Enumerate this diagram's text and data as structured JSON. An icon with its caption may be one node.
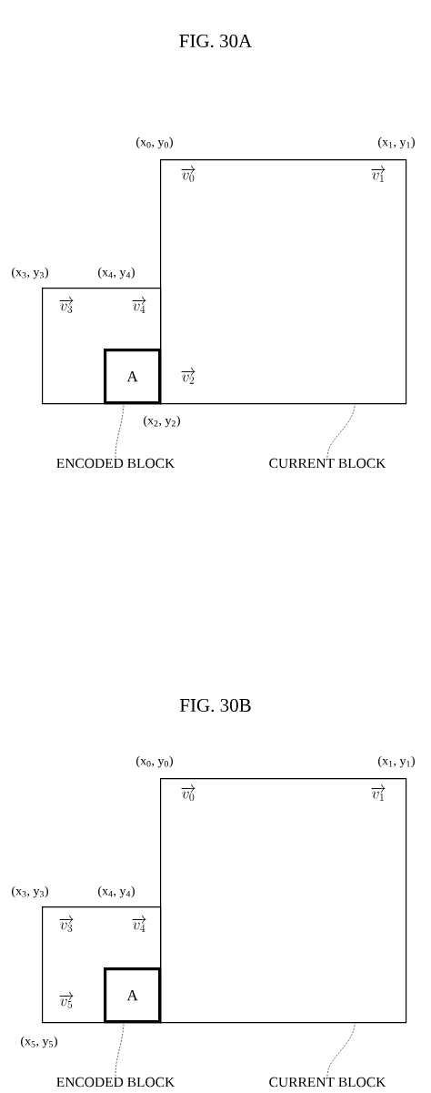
{
  "diagram": {
    "nodes": [
      {
        "text": [],
        "shape": "box"
      },
      {
        "text": [],
        "shape": "box"
      },
      {
        "text": [
          "A"
        ],
        "in": 1
      },
      {
        "text": [
          "ENCODED BLOCK"
        ]
      },
      {
        "text": [
          "CURRENT BLOCK"
        ]
      },
      {
        "text": [],
        "shape": "box"
      },
      {
        "text": [],
        "shape": "box"
      },
      {
        "text": [
          "A"
        ],
        "in": 6
      },
      {
        "text": [
          "ENCODED BLOCK"
        ]
      },
      {
        "text": [
          "CURRENT BLOCK"
        ]
      }
    ],
    "edges": [
      {
        "from": 3,
        "to": 2,
        "arrow": "none",
        "style": "dashed"
      },
      {
        "from": 4,
        "to": 0,
        "arrow": "none",
        "style": "dashed"
      },
      {
        "from": 8,
        "to": 7,
        "arrow": "none",
        "style": "dashed"
      },
      {
        "from": 9,
        "to": 5,
        "arrow": "none",
        "style": "dashed"
      }
    ],
    "labels": [
      "FIG. 30A",
      "(x$_{0}$, y$_{0}$)",
      "(x$_{1}$, y$_{1}$)",
      "\\overrightarrow{v_{0}}",
      "\\overrightarrow{v_{1}}",
      "(x$_{3}$, y$_{3}$)",
      "(x$_{4}$, y$_{4}$)",
      "\\overrightarrow{v_{3}}",
      "\\overrightarrow{v_{4}}",
      "\\overrightarrow{v_{2}}",
      "(x$_{2}$, y$_{2}$)",
      "FIG. 30B",
      "(x$_{0}$, y$_{0}$)",
      "(x$_{1}$, y$_{1}$)",
      "\\overrightarrow{v_{0}}",
      "\\overrightarrow{v_{1}}",
      "(x$_{3}$, y$_{3}$)",
      "(x$_{4}$, y$_{4}$)",
      "\\overrightarrow{v_{3}}",
      "\\overrightarrow{v_{4}}",
      "\\overrightarrow{v_{5}}",
      "(x$_{5}$, y$_{5}$)"
    ]
  }
}
